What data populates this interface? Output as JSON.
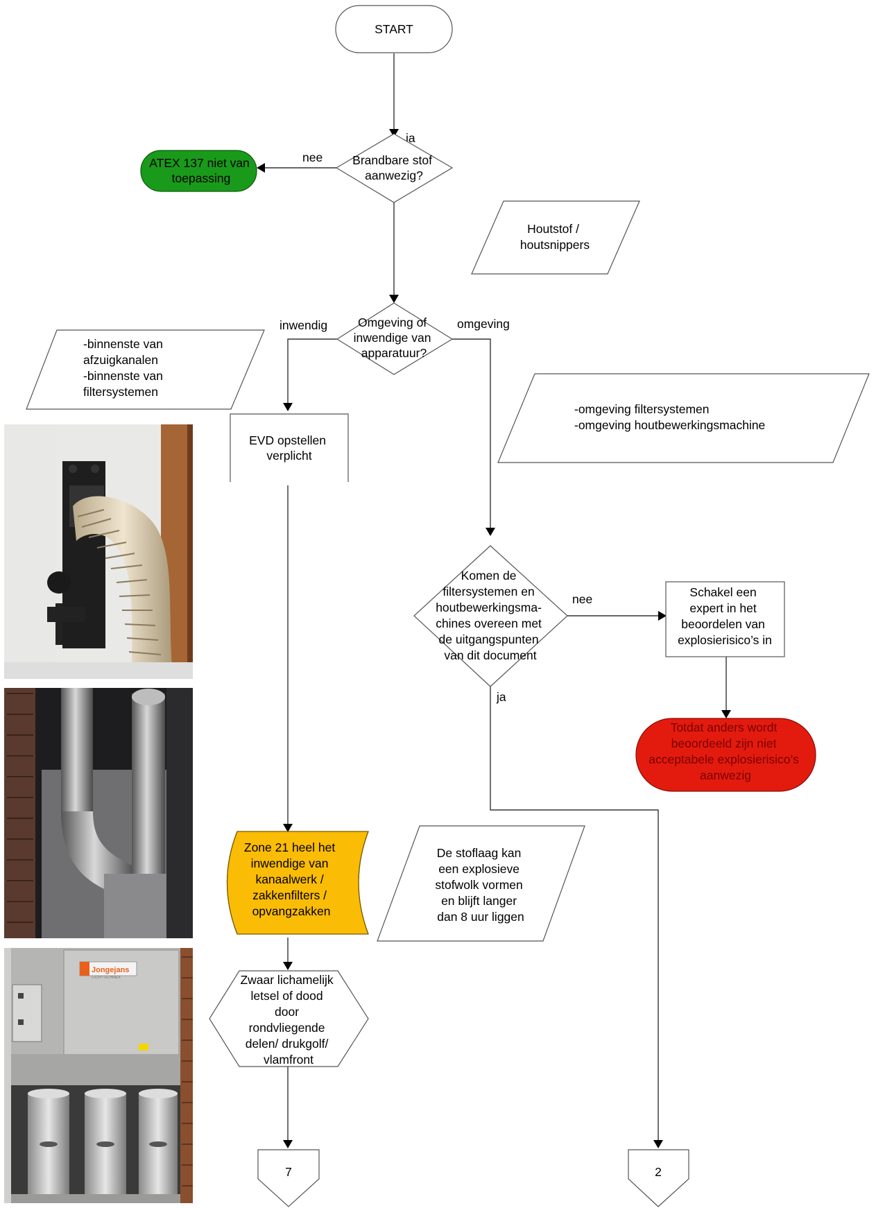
{
  "colors": {
    "green_terminal": "#1a9a1a",
    "red_terminal": "#e31b0f",
    "zone_storage": "#fbbc05"
  },
  "nodes": {
    "start": "START",
    "decision_dust": [
      "Brandbare stof",
      "aanwezig?"
    ],
    "atex_not_applicable": [
      "ATEX 137 niet van",
      "toepassing"
    ],
    "input_wood": [
      "Houtstof /",
      "houtsnippers"
    ],
    "decision_environment": [
      "Omgeving of",
      "inwendige van",
      "apparatuur?"
    ],
    "input_inside": [
      "-binnenste van",
      "afzuigkanalen",
      "-binnenste van",
      "filtersystemen"
    ],
    "input_surroundings": [
      "-omgeving filtersystemen",
      "-omgeving houtbewerkingsmachine"
    ],
    "process_evd": [
      "EVD opstellen",
      "verplicht"
    ],
    "decision_machines": [
      "Komen de",
      "filtersystemen en",
      "houtbewerkingsma-",
      "chines overeen met",
      "de uitgangspunten",
      "van dit document"
    ],
    "process_expert": [
      "Schakel een",
      "expert in het",
      "beoordelen van",
      "explosierisico’s in"
    ],
    "terminal_risks": [
      "Totdat anders wordt",
      "beoordeeld zijn niet",
      "acceptabele explosierisico’s",
      "aanwezig"
    ],
    "zone21": [
      "Zone 21 heel het",
      "inwendige van",
      "kanaalwerk /",
      "zakkenfilters /",
      "opvangzakken"
    ],
    "input_dust_layer": [
      "De stoflaag kan",
      "een explosieve",
      "stofwolk vormen",
      "en blijft langer",
      "dan 8 uur liggen"
    ],
    "hexagon_injury": [
      "Zwaar lichamelijk",
      "letsel of dood",
      "door",
      "rondvliegende",
      "delen/ drukgolf/",
      "vlamfront"
    ],
    "offpage_7": "7",
    "offpage_2": "2"
  },
  "edge_labels": {
    "ja_top": "ja",
    "nee_left": "nee",
    "inwendig": "inwendig",
    "omgeving": "omgeving",
    "nee_right": "nee",
    "ja_bottom": "ja"
  },
  "photos": {
    "photo1": "hose-connection-photo",
    "photo2": "duct-pipes-photo",
    "photo3_logo": "Jongejans",
    "photo3_sub": "LUCHTTECHNIEK"
  }
}
